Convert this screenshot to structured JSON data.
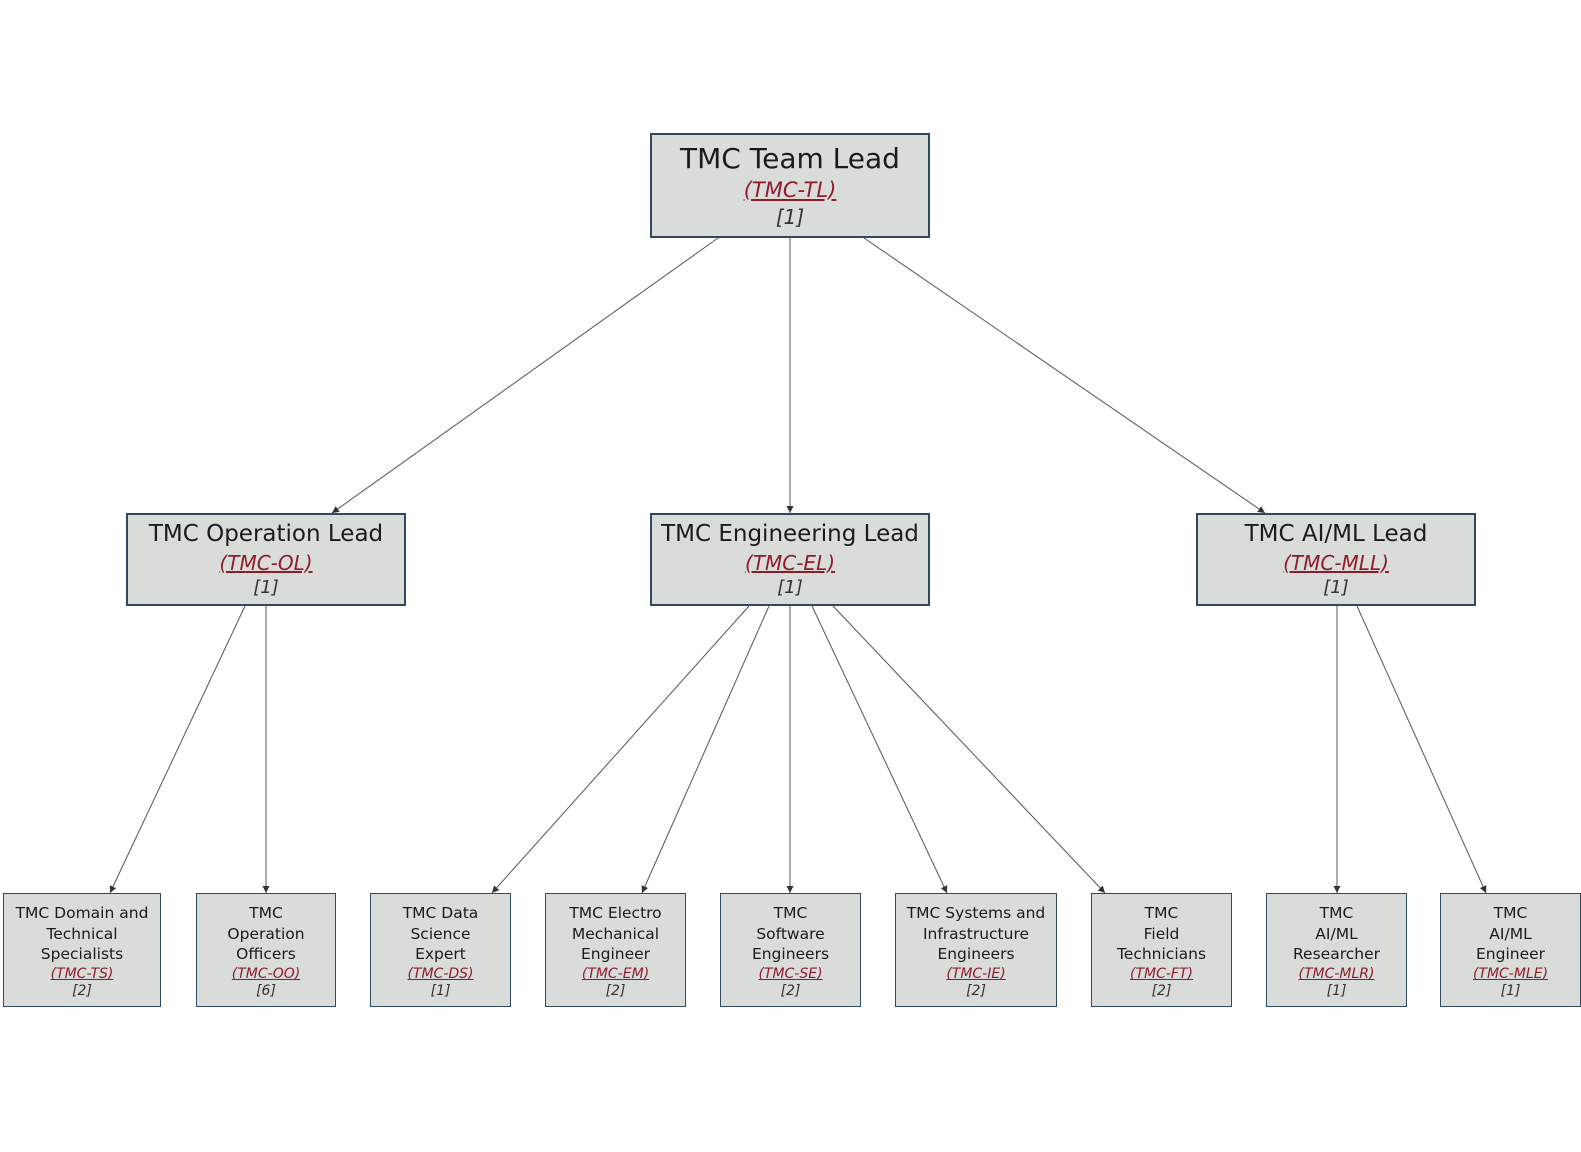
{
  "diagram": {
    "root": {
      "title": "TMC Team Lead",
      "code": "(TMC-TL)",
      "count": "[1]"
    },
    "leads": {
      "ol": {
        "title": "TMC Operation Lead",
        "code": "(TMC-OL)",
        "count": "[1]"
      },
      "el": {
        "title": "TMC Engineering Lead",
        "code": "(TMC-EL)",
        "count": "[1]"
      },
      "mll": {
        "title": "TMC AI/ML Lead",
        "code": "(TMC-MLL)",
        "count": "[1]"
      }
    },
    "roles": {
      "ts": {
        "line1": "TMC Domain and",
        "line2": "Technical",
        "line3": "Specialists",
        "code": "(TMC-TS)",
        "count": "[2]"
      },
      "oo": {
        "line1": "TMC",
        "line2": "Operation",
        "line3": "Officers",
        "code": "(TMC-OO)",
        "count": "[6]"
      },
      "ds": {
        "line1": "TMC Data",
        "line2": "Science",
        "line3": "Expert",
        "code": "(TMC-DS)",
        "count": "[1]"
      },
      "em": {
        "line1": "TMC Electro",
        "line2": "Mechanical",
        "line3": "Engineer",
        "code": "(TMC-EM)",
        "count": "[2]"
      },
      "se": {
        "line1": "TMC",
        "line2": "Software",
        "line3": "Engineers",
        "code": "(TMC-SE)",
        "count": "[2]"
      },
      "ie": {
        "line1": "TMC Systems and",
        "line2": "Infrastructure",
        "line3": "Engineers",
        "code": "(TMC-IE)",
        "count": "[2]"
      },
      "ft": {
        "line1": "TMC",
        "line2": "Field",
        "line3": "Technicians",
        "code": "(TMC-FT)",
        "count": "[2]"
      },
      "mlr": {
        "line1": "TMC",
        "line2": "AI/ML",
        "line3": "Researcher",
        "code": "(TMC-MLR)",
        "count": "[1]"
      },
      "mle": {
        "line1": "TMC",
        "line2": "AI/ML",
        "line3": "Engineer",
        "code": "(TMC-MLE)",
        "count": "[1]"
      }
    }
  },
  "colors": {
    "box_fill": "#d9dcd8",
    "box_border": "#2f4a5e",
    "code_text": "#8e1d2a",
    "edge": "#555555"
  }
}
